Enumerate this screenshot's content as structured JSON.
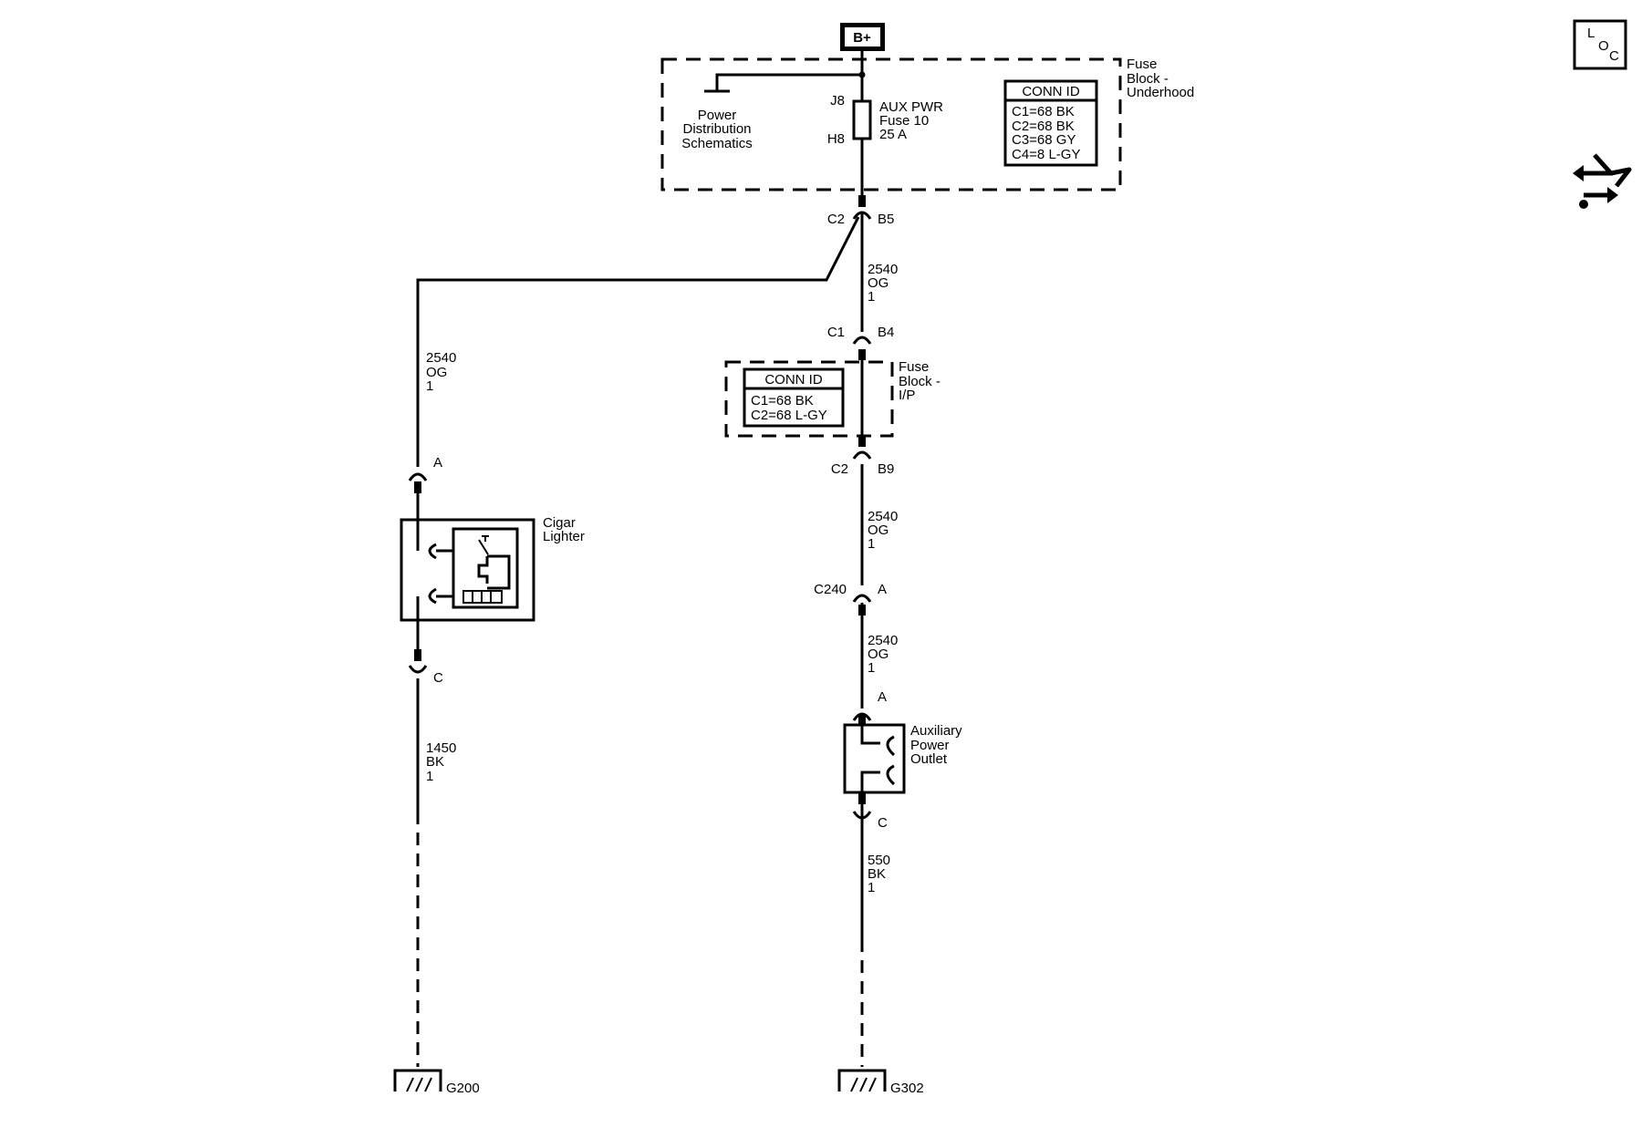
{
  "battery": {
    "label": "B+"
  },
  "fuse_block_underhood": {
    "title": [
      "Fuse",
      "Block -",
      "Underhood"
    ],
    "link_label": [
      "Power",
      "Distribution",
      "Schematics"
    ],
    "fuse": {
      "pin_top": "J8",
      "pin_bottom": "H8",
      "label": [
        "AUX PWR",
        "Fuse 10",
        "25 A"
      ]
    },
    "conn_id": {
      "header": "CONN ID",
      "rows": [
        "C1=68 BK",
        "C2=68 BK",
        "C3=68 GY",
        "C4=8 L-GY"
      ]
    },
    "out_connector": {
      "conn": "C2",
      "pin": "B5"
    }
  },
  "fuse_block_ip": {
    "title": [
      "Fuse",
      "Block -",
      "I/P"
    ],
    "conn_id": {
      "header": "CONN ID",
      "rows": [
        "C1=68 BK",
        "C2=68 L-GY"
      ]
    },
    "in_connector": {
      "conn": "C1",
      "pin": "B4"
    },
    "out_connector": {
      "conn": "C2",
      "pin": "B9"
    }
  },
  "wires": {
    "main_upper": [
      "2540",
      "OG",
      "1"
    ],
    "main_mid": [
      "2540",
      "OG",
      "1"
    ],
    "main_lower": [
      "2540",
      "OG",
      "1"
    ],
    "lighter_feed": [
      "2540",
      "OG",
      "1"
    ],
    "lighter_ground": [
      "1450",
      "BK",
      "1"
    ],
    "outlet_ground": [
      "550",
      "BK",
      "1"
    ]
  },
  "inline_connector": {
    "conn": "C240",
    "pin": "A"
  },
  "cigar_lighter": {
    "label": [
      "Cigar",
      "Lighter"
    ],
    "pin_top": "A",
    "pin_bottom": "C"
  },
  "aux_outlet": {
    "label": [
      "Auxiliary",
      "Power",
      "Outlet"
    ],
    "pin_top": "A",
    "pin_bottom": "C"
  },
  "grounds": {
    "left": "G200",
    "right": "G302"
  },
  "side_icons": {
    "loc_letters": [
      "L",
      "O",
      "C"
    ],
    "loc_icon": "loc-icon",
    "nav_icon": "navigation-arrows-icon"
  }
}
